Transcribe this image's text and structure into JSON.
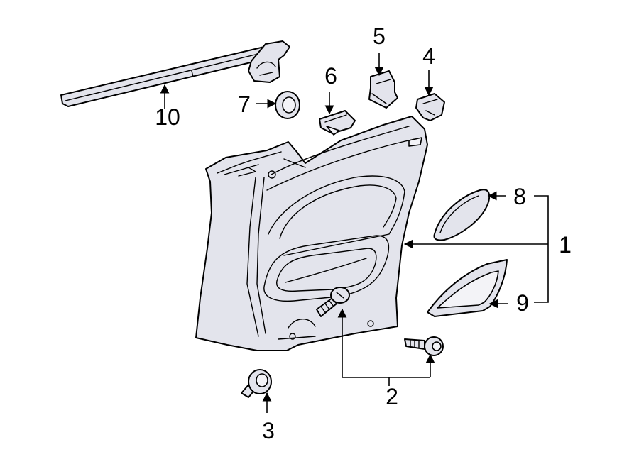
{
  "callouts": {
    "c1": "1",
    "c2": "2",
    "c3": "3",
    "c4": "4",
    "c5": "5",
    "c6": "6",
    "c7": "7",
    "c8": "8",
    "c9": "9",
    "c10": "10"
  },
  "colors": {
    "part_fill": "#e3e4ec",
    "line": "#000000",
    "background": "#ffffff"
  }
}
